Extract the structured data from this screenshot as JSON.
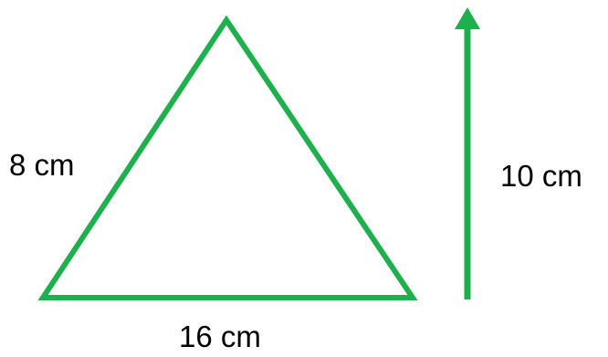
{
  "diagram": {
    "stroke_color": "#1db04d",
    "labels": {
      "side": "8 cm",
      "base": "16 cm",
      "height": "10 cm"
    }
  }
}
